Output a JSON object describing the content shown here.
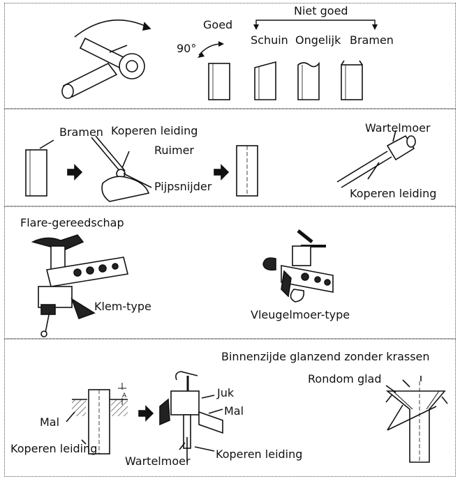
{
  "panel1": {
    "good_label": "Goed",
    "angle_label": "90°",
    "not_good_label": "Niet goed",
    "defects": [
      "Schuin",
      "Ongelijk",
      "Bramen"
    ]
  },
  "panel2": {
    "burr_label": "Bramen",
    "copper_pipe_label": "Koperen leiding",
    "reamer_label": "Ruimer",
    "pipe_cutter_label": "Pijpsnijder",
    "flare_nut_label": "Wartelmoer",
    "copper_pipe_label_2": "Koperen leiding"
  },
  "panel3": {
    "flare_tool_label": "Flare-gereedschap",
    "clamp_type_label": "Klem-type",
    "wingnut_type_label": "Vleugelmoer-type"
  },
  "panel4": {
    "dimension_label": "A",
    "die_label": "Mal",
    "copper_pipe_label": "Koperen leiding",
    "yoke_label": "Juk",
    "die_label_2": "Mal",
    "flare_nut_label": "Wartelmoer",
    "copper_pipe_label_2": "Koperen leiding",
    "inside_shiny_label": "Binnenzijde glanzend zonder krassen",
    "smooth_around_label": "Rondom glad"
  }
}
